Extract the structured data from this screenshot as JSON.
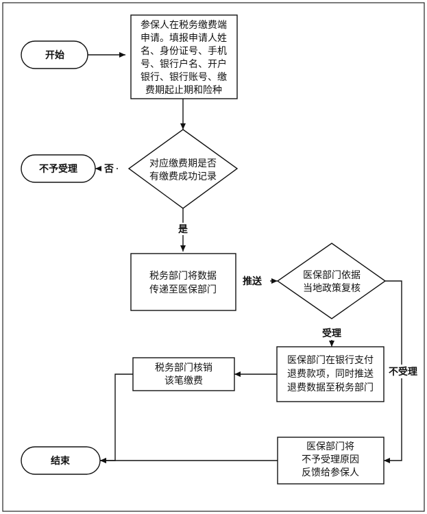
{
  "nodes": {
    "start": "开始",
    "apply": [
      "参保人在税务缴费端",
      "申请。填报申请人姓",
      "名、身份证号、手机",
      "号、银行户名、开户",
      "银行、银行账号、缴",
      "费期起止期和险种"
    ],
    "check": [
      "对应缴费期是否",
      "有缴费成功记录"
    ],
    "reject": "不予受理",
    "transfer": [
      "税务部门将数据",
      "传递至医保部门"
    ],
    "review": [
      "医保部门依据",
      "当地政策复核"
    ],
    "refund": [
      "医保部门在银行支付",
      "退费款项，同时推送",
      "退费数据至税务部门"
    ],
    "writeoff": [
      "税务部门核销",
      "该笔缴费"
    ],
    "feedback": [
      "医保部门将",
      "不予受理原因",
      "反馈给参保人"
    ],
    "end": "结束"
  },
  "edge_labels": {
    "no": "否",
    "yes": "是",
    "push": "推送",
    "accept": "受理",
    "not_accept": "不受理"
  }
}
